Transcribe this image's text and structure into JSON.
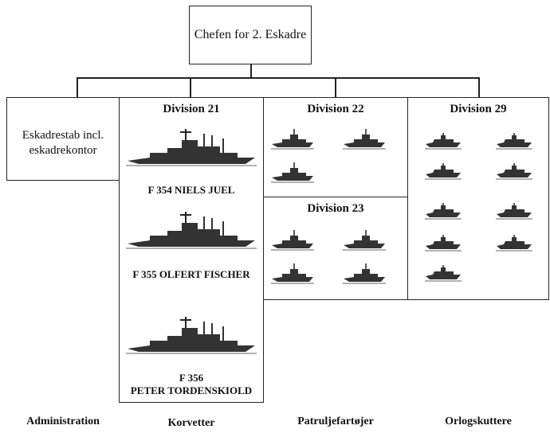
{
  "root": {
    "label": "Chefen for 2. Eskadre"
  },
  "columns": {
    "admin": {
      "label": "Eskadrestab incl. eskadrekontor"
    },
    "div21": {
      "title": "Division 21",
      "ships": [
        "F 354 NIELS JUEL",
        "F 355 OLFERT FISCHER",
        "F 356",
        "PETER TORDENSKIOLD"
      ]
    },
    "div22": {
      "title": "Division 22"
    },
    "div23": {
      "title": "Division 23"
    },
    "div29": {
      "title": "Division 29"
    }
  },
  "footer": {
    "admin": "Administration",
    "korvetter": "Korvetter",
    "patrol": "Patruljefartøjer",
    "orlog": "Orlogskuttere"
  },
  "icons": {
    "corvette": "corvette-ship-icon",
    "patrol": "patrol-vessel-icon",
    "cutter": "naval-cutter-icon"
  }
}
